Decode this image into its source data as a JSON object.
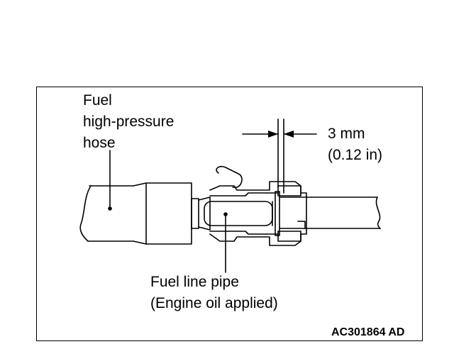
{
  "labels": {
    "hose_line1": "Fuel",
    "hose_line2": "high-pressure",
    "hose_line3": "hose",
    "gap_value": "3 mm",
    "gap_value_in": "(0.12 in)",
    "pipe_line1": "Fuel line pipe",
    "pipe_line2": "(Engine oil applied)"
  },
  "figure_code": {
    "main": "AC301864",
    "suffix": "AD"
  }
}
